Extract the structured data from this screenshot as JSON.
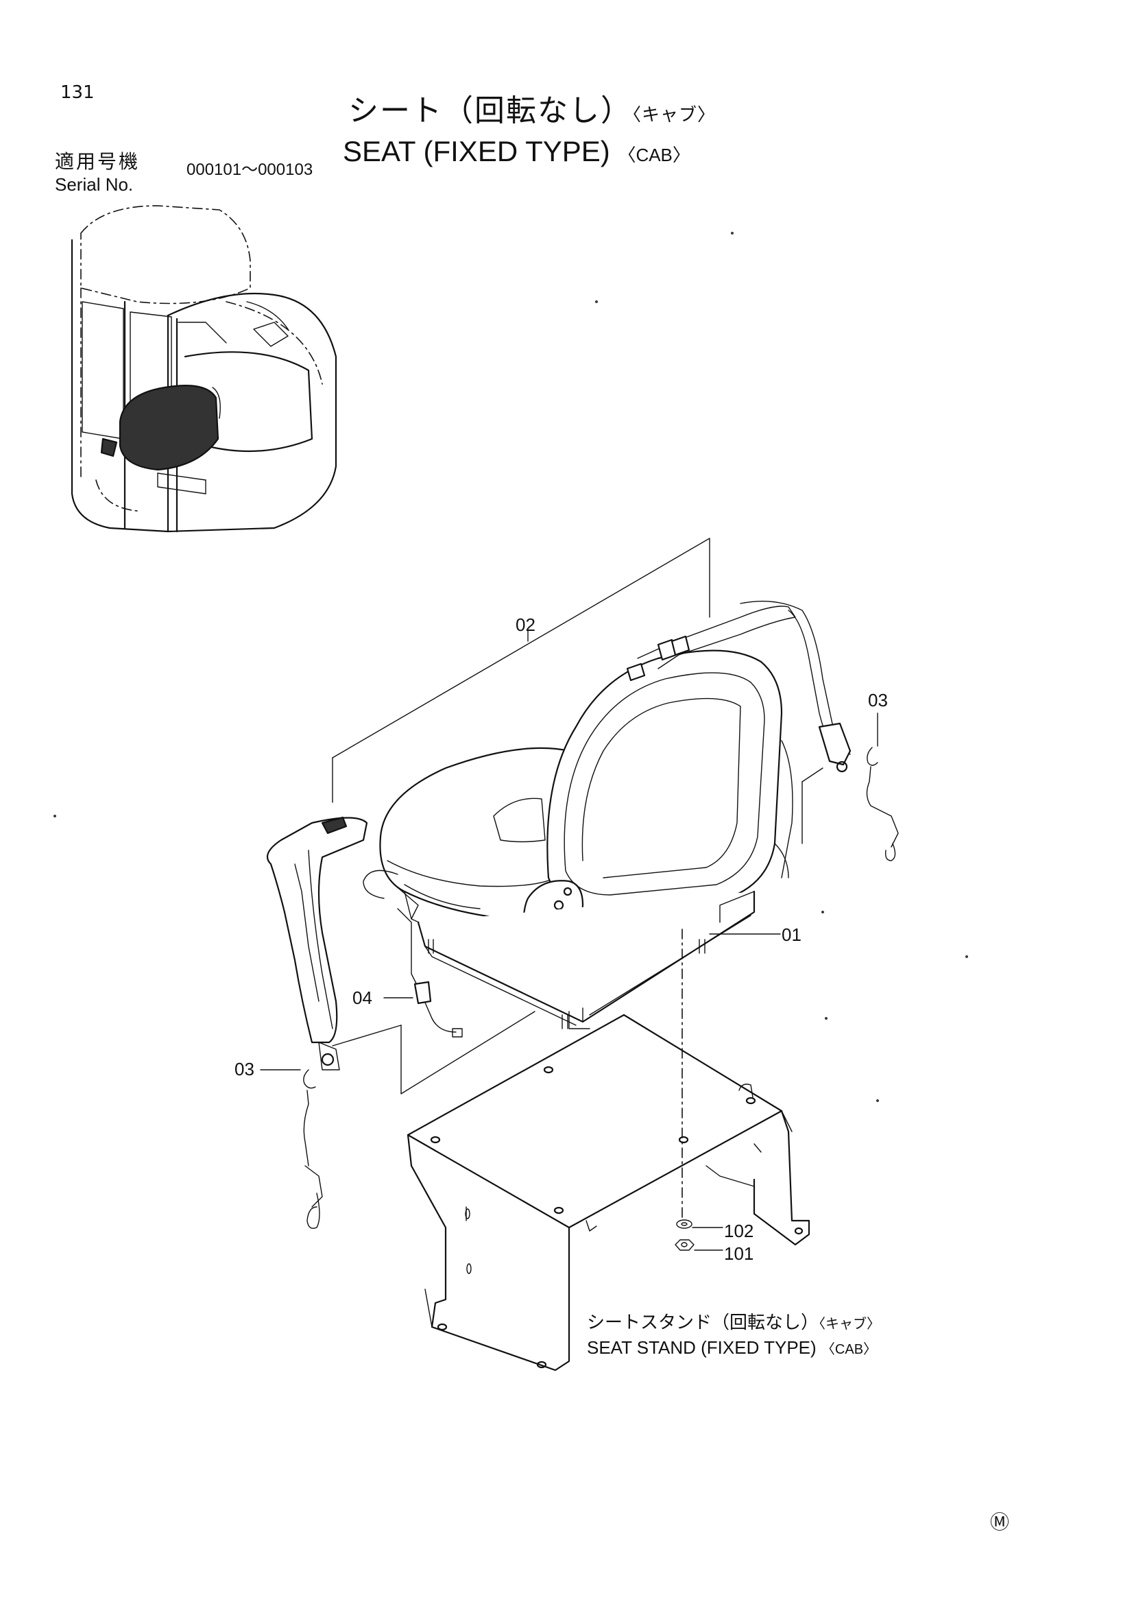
{
  "page_number": "131",
  "title": {
    "ja": "シート（回転なし）",
    "ja_suffix": "〈キャブ〉",
    "en": "SEAT (FIXED TYPE)",
    "en_suffix": "〈CAB〉"
  },
  "serial": {
    "label_ja": "適用号機",
    "label_en": "Serial No.",
    "range": "000101～000103"
  },
  "parts": [
    {
      "no": "01"
    },
    {
      "no": "02"
    },
    {
      "no": "03"
    },
    {
      "no": "03"
    },
    {
      "no": "04"
    },
    {
      "no": "101"
    },
    {
      "no": "102"
    }
  ],
  "seat_stand": {
    "ja": "シートスタンド（回転なし）",
    "ja_suffix": "〈キャブ〉",
    "en": "SEAT STAND (FIXED TYPE)",
    "en_suffix": "〈CAB〉"
  },
  "mark": "Ⓜ"
}
